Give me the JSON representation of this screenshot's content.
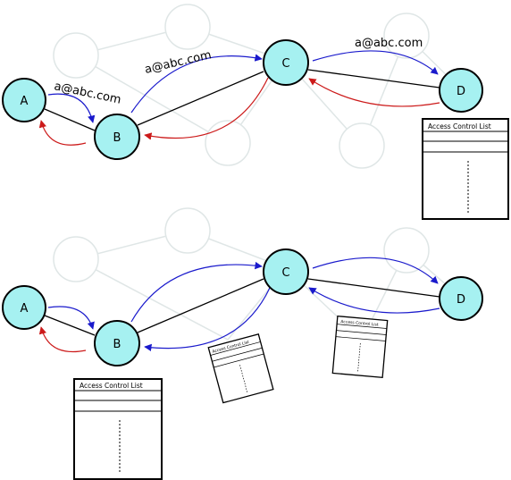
{
  "colors": {
    "node_fill": "#a6f1f1",
    "node_stroke": "#000000",
    "ghost_stroke": "#dfe6e6",
    "forward_arrow": "#1a1acc",
    "return_arrow": "#cc1a1a",
    "link": "#000000"
  },
  "nodes": {
    "a": "A",
    "b": "B",
    "c": "C",
    "d": "D"
  },
  "messages": {
    "ab": "a@abc.com",
    "bc": "a@abc.com",
    "cd": "a@abc.com"
  },
  "acl": {
    "title": "Access Control List"
  }
}
